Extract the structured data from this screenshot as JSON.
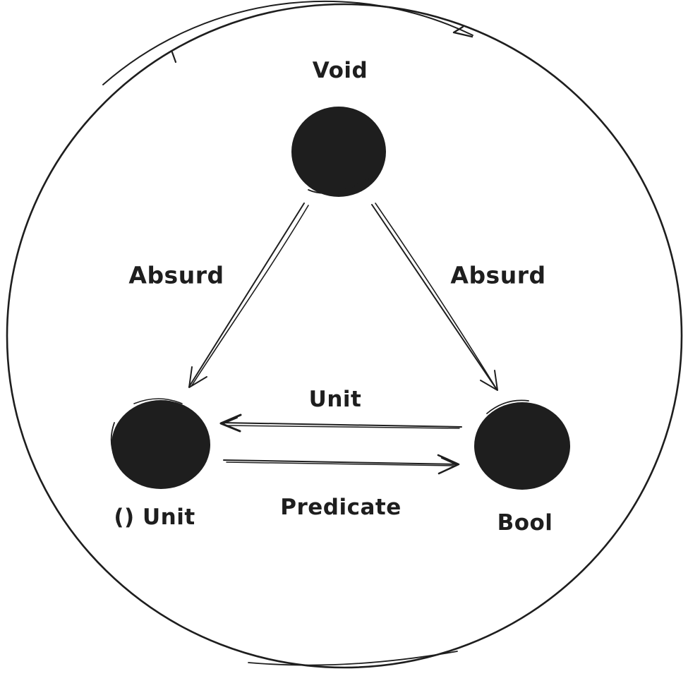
{
  "diagram": {
    "background_color": "#ffffff",
    "ink_color": "#1e1e1e",
    "boundary": {
      "shape": "hand-drawn-circle"
    },
    "nodes": [
      {
        "id": "void",
        "label": "Void"
      },
      {
        "id": "unit",
        "label": "() Unit"
      },
      {
        "id": "bool",
        "label": "Bool"
      }
    ],
    "edges": [
      {
        "id": "absurd-left",
        "from": "void",
        "to": "unit",
        "label": "Absurd"
      },
      {
        "id": "absurd-right",
        "from": "void",
        "to": "bool",
        "label": "Absurd"
      },
      {
        "id": "unit-arrow",
        "from": "bool",
        "to": "unit",
        "label": "Unit"
      },
      {
        "id": "predicate",
        "from": "unit",
        "to": "bool",
        "label": "Predicate"
      }
    ]
  }
}
